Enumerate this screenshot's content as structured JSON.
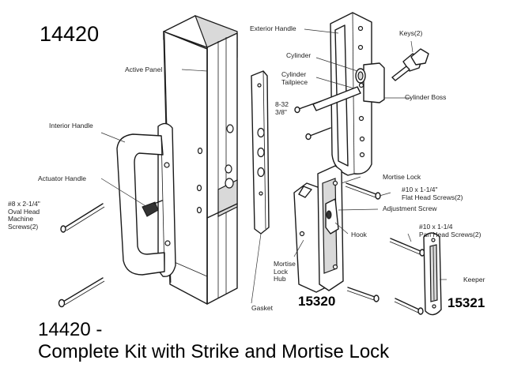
{
  "kit_number": "14420",
  "caption": {
    "line1": "14420 -",
    "line2": "Complete Kit with Strike and Mortise Lock"
  },
  "part_numbers": {
    "mortise_lock": "15320",
    "keeper": "15321"
  },
  "labels": {
    "exterior_handle": "Exterior Handle",
    "keys": "Keys(2)",
    "active_panel": "Active Panel",
    "cylinder": "Cylinder",
    "cylinder_tailpiece": "Cylinder\nTailpiece",
    "cylinder_boss": "Cylinder Boss",
    "screw_8_32": "8-32\n3/8\"",
    "interior_handle": "Interior Handle",
    "actuator_handle": "Actuator Handle",
    "oval_head_screws": "#8 x 2-1/4\"\nOval Head\nMachine\nScrews(2)",
    "mortise_lock": "Mortise Lock",
    "flat_head_screws": "#10 x 1-1/4\"\nFlat Head Screws(2)",
    "adjustment_screw": "Adjustment Screw",
    "hook": "Hook",
    "pan_head_screws": "#10 x 1-1/4\nPan Head Screws(2)",
    "mortise_lock_hub": "Mortise\nLock\nHub",
    "keeper": "Keeper",
    "gasket": "Gasket"
  }
}
